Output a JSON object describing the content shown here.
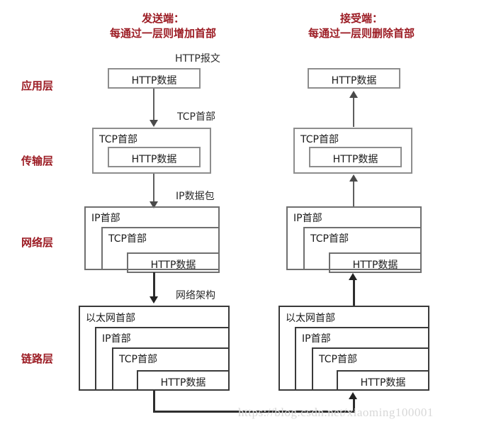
{
  "diagram": {
    "title_sender": "发送端：\n每通过一层则增加首部",
    "headers": [
      {
        "id": "sender",
        "line1": "发送端：",
        "line2": "每通过一层则增加首部"
      },
      {
        "id": "receiver",
        "line1": "接受端：",
        "line2": "每通过一层则删除首部"
      }
    ],
    "layers": [
      {
        "id": "application",
        "label": "应用层"
      },
      {
        "id": "transport",
        "label": "传输层"
      },
      {
        "id": "network",
        "label": "网络层"
      },
      {
        "id": "link",
        "label": "链路层"
      }
    ],
    "captions": [
      {
        "id": "http-message",
        "text": "HTTP报文"
      },
      {
        "id": "tcp-header",
        "text": "TCP首部"
      },
      {
        "id": "ip-packet",
        "text": "IP数据包"
      },
      {
        "id": "net-frame",
        "text": "网络架构"
      }
    ],
    "labels": {
      "http_data": "HTTP数据",
      "tcp_header": "TCP首部",
      "ip_header": "IP首部",
      "eth_header": "以太网首部"
    },
    "sender_stack": {
      "application": [
        "HTTP数据"
      ],
      "transport": [
        "TCP首部",
        "HTTP数据"
      ],
      "network": [
        "IP首部",
        "TCP首部",
        "HTTP数据"
      ],
      "link": [
        "以太网首部",
        "IP首部",
        "TCP首部",
        "HTTP数据"
      ]
    },
    "receiver_stack": {
      "application": [
        "HTTP数据"
      ],
      "transport": [
        "TCP首部",
        "HTTP数据"
      ],
      "network": [
        "IP首部",
        "TCP首部",
        "HTTP数据"
      ],
      "link": [
        "以太网首部",
        "IP首部",
        "TCP首部",
        "HTTP数据"
      ]
    },
    "flow": {
      "sender_direction": "down",
      "receiver_direction": "up",
      "bottom_link": "sender-link-layer to receiver-link-layer"
    },
    "watermark": "https://blog.csdn.net/xiaoming100001",
    "colors": {
      "accent_red": "#9c1c24",
      "box_light": "#8d8d8d",
      "box_dark": "#3a3a3a",
      "text": "#1b1b1b",
      "watermark": "#d8d8d8",
      "background": "#ffffff"
    }
  }
}
